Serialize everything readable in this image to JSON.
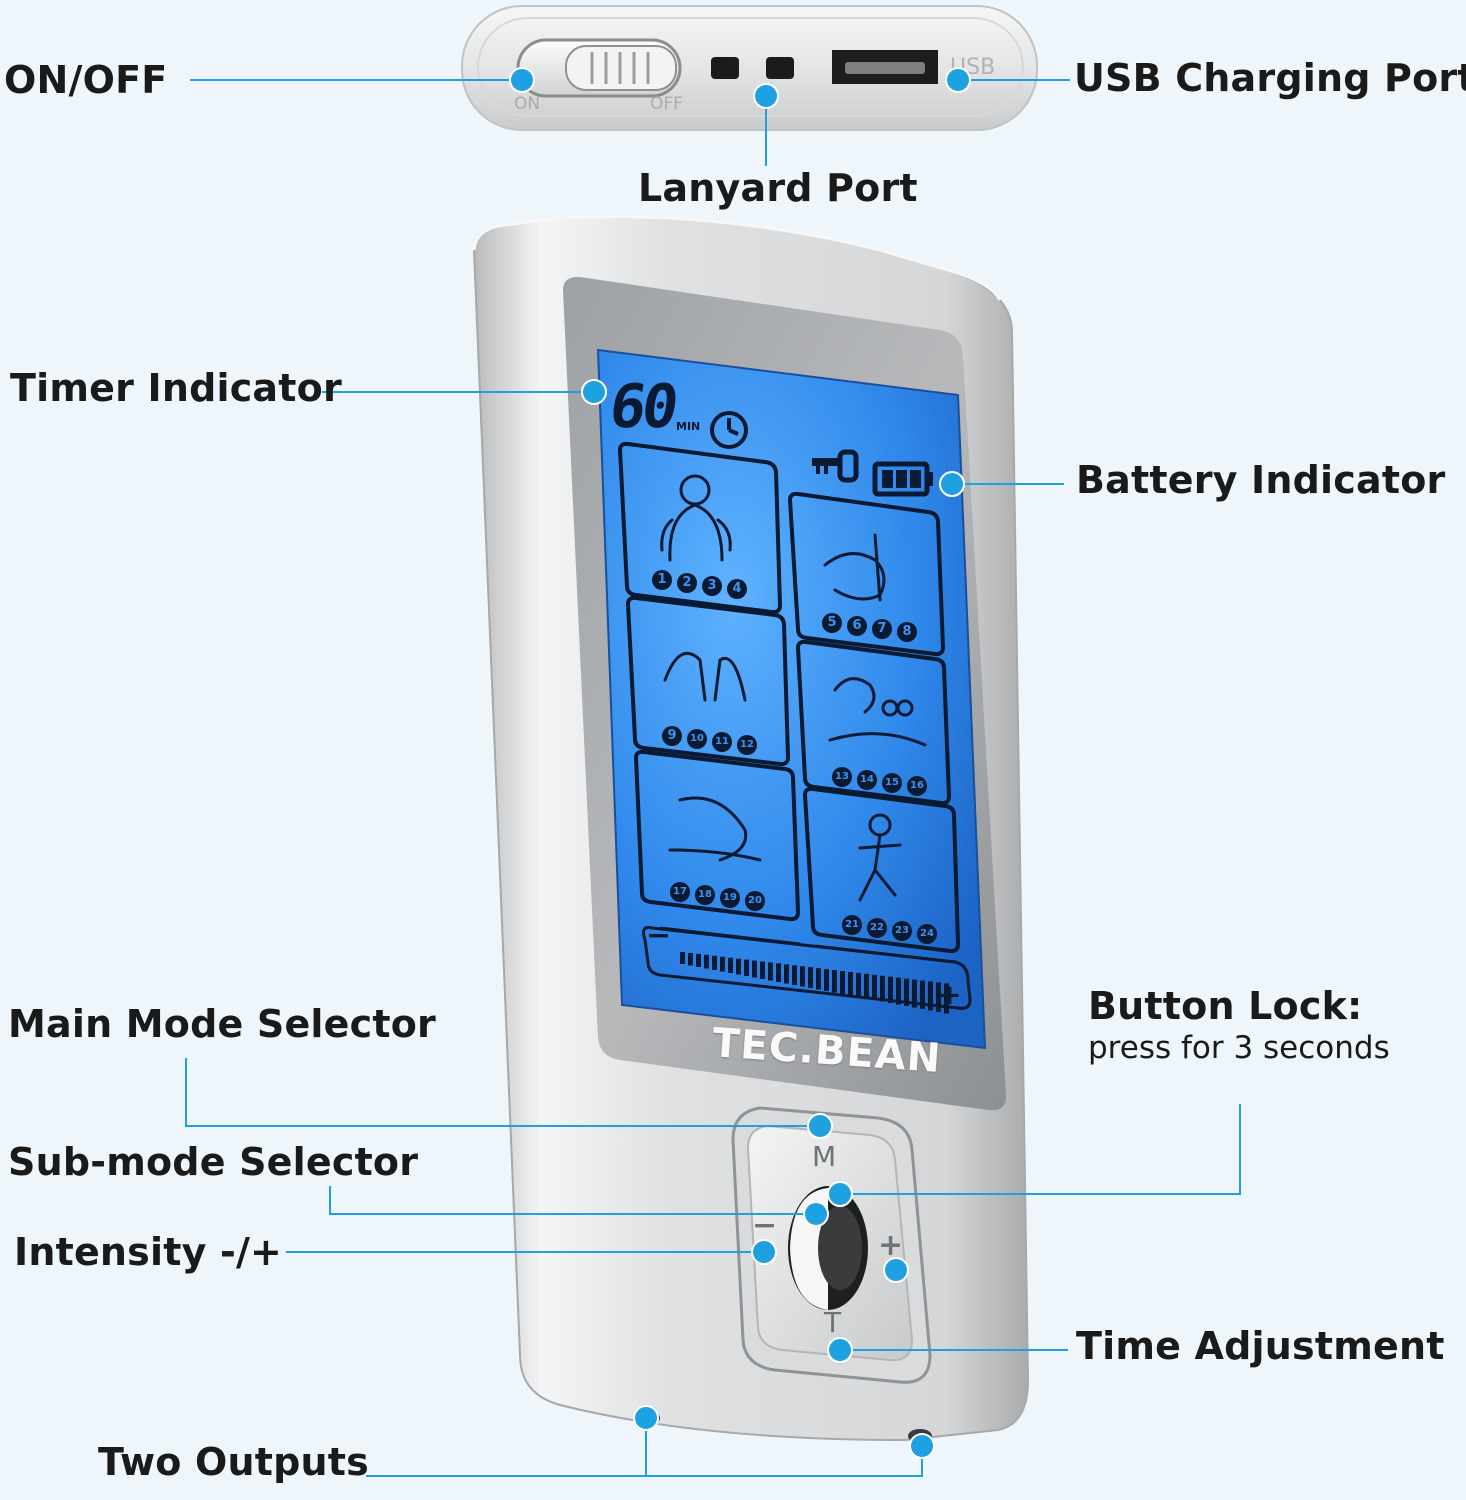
{
  "labels": {
    "on_off": "ON/OFF",
    "usb_port": "USB Charging Port",
    "lanyard_port": "Lanyard Port",
    "timer_indicator": "Timer Indicator",
    "battery_indicator": "Battery Indicator",
    "main_mode_selector": "Main Mode Selector",
    "button_lock_title": "Button Lock:",
    "button_lock_note": "press for 3 seconds",
    "sub_mode_selector": "Sub-mode Selector",
    "intensity": "Intensity -/+",
    "time_adjustment": "Time Adjustment",
    "two_outputs": "Two Outputs"
  },
  "device": {
    "brand": "TEC.BEAN",
    "switch_on": "ON",
    "switch_off": "OFF",
    "usb_text": "USB",
    "timer_value": "60",
    "timer_unit": "MIN",
    "button_m": "M",
    "button_t": "T",
    "button_minus": "−",
    "button_plus": "+",
    "intensity_minus": "−",
    "intensity_plus": "+"
  },
  "mode_numbers": [
    [
      "1",
      "2",
      "3",
      "4"
    ],
    [
      "5",
      "6",
      "7",
      "8"
    ],
    [
      "9",
      "10",
      "11",
      "12"
    ],
    [
      "13",
      "14",
      "15",
      "16"
    ],
    [
      "17",
      "18",
      "19",
      "20"
    ],
    [
      "21",
      "22",
      "23",
      "24"
    ]
  ],
  "colors": {
    "accent": "#1ea1e0",
    "screen": "#2e8ff0",
    "body": "#d9dbdd",
    "background": "#eef6fb"
  }
}
